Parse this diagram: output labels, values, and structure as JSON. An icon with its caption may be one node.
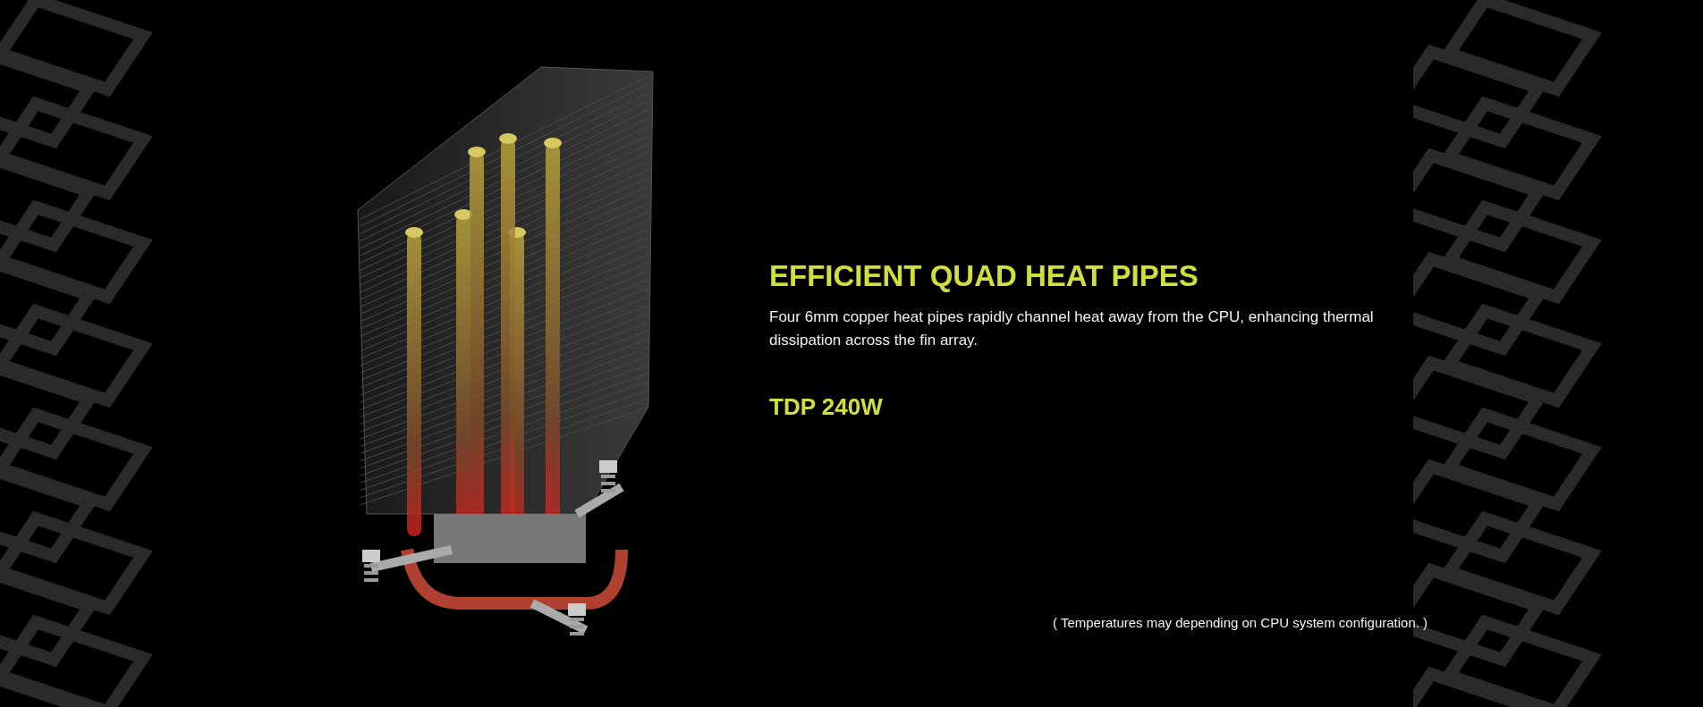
{
  "diagram": {
    "title": "EFFICIENT QUAD HEAT PIPES",
    "labels": [
      "Four 6mm copper heat pipes rapidly channel heat away from the CPU, enhancing thermal dissipation across the fin array.",
      "TDP 240W",
      "( Temperatures may depending on CPU system configuration. )"
    ]
  }
}
